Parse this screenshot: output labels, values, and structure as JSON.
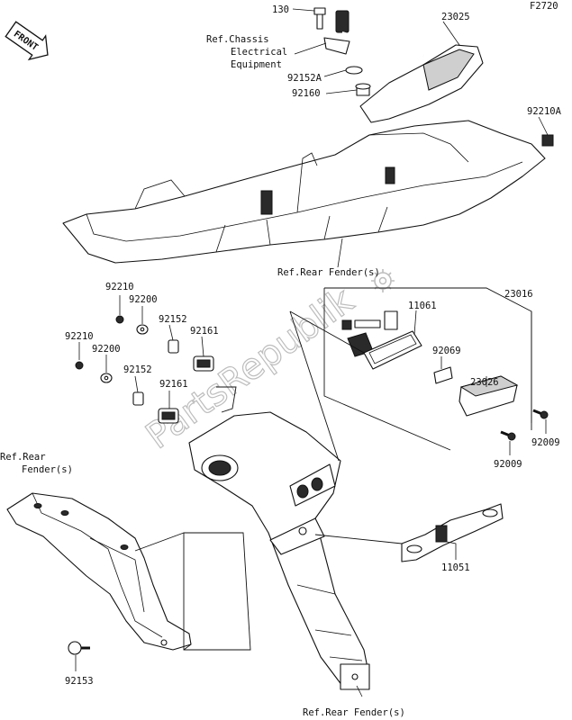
{
  "figure_code": "F2720",
  "front_badge": "FRONT",
  "watermark": "PartsRepublik",
  "labels": {
    "p130": "130",
    "p23025": "23025",
    "ref_chassis": [
      "Ref.Chassis",
      "Electrical",
      "Equipment"
    ],
    "p92152A": "92152A",
    "p92160": "92160",
    "p92210A": "92210A",
    "ref_rear_fender_top": "Ref.Rear Fender(s)",
    "p11061": "11061",
    "p23016": "23016",
    "p92069": "92069",
    "p23026": "23026",
    "p92009_a": "92009",
    "p92009_b": "92009",
    "p11051": "11051",
    "p92210_a": "92210",
    "p92200_a": "92200",
    "p92152_a": "92152",
    "p92161_a": "92161",
    "p92210_b": "92210",
    "p92200_b": "92200",
    "p92152_b": "92152",
    "p92161_b": "92161",
    "ref_rear_fender_left": [
      "Ref.Rear",
      "Fender(s)"
    ],
    "p92153": "92153",
    "ref_rear_fender_bottom": "Ref.Rear Fender(s)"
  }
}
